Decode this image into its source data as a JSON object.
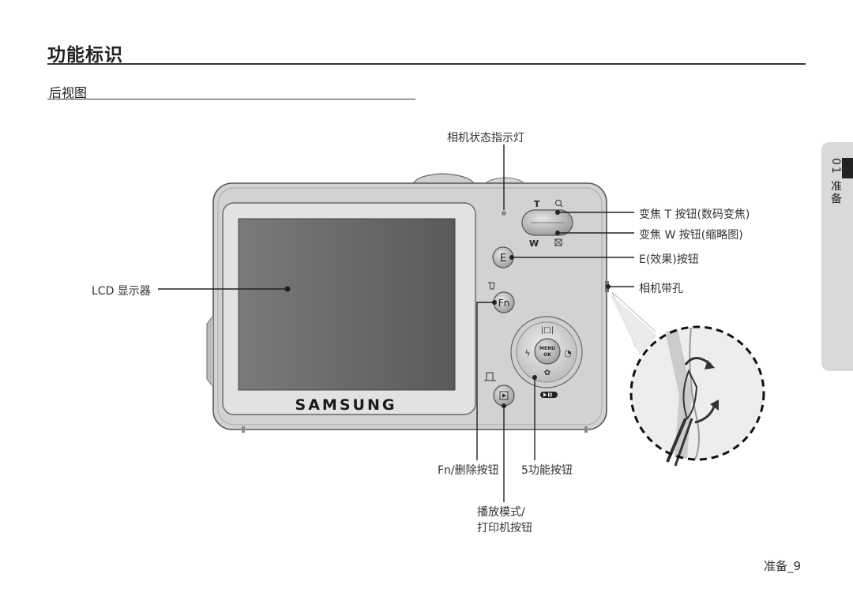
{
  "page": {
    "title": "功能标识",
    "section": "后视图",
    "side_tab": "01 准备",
    "footer": "准备_9"
  },
  "camera": {
    "brand": "SAMSUNG",
    "zoom_t": "T",
    "zoom_w": "W",
    "e_button": "E",
    "fn_button": "Fn",
    "menu_line1": "MENU",
    "menu_line2": "OK"
  },
  "labels": {
    "status_lamp": "相机状态指示灯",
    "zoom_t": "变焦 T 按钮(数码变焦)",
    "zoom_w": "变焦 W 按钮(缩略图)",
    "e_button": "E(效果)按钮",
    "strap": "相机带孔",
    "lcd": "LCD 显示器",
    "fn_delete": "Fn/删除按钮",
    "five_function": "5功能按钮",
    "playback_line1": "播放模式/",
    "playback_line2": "打印机按钮"
  }
}
